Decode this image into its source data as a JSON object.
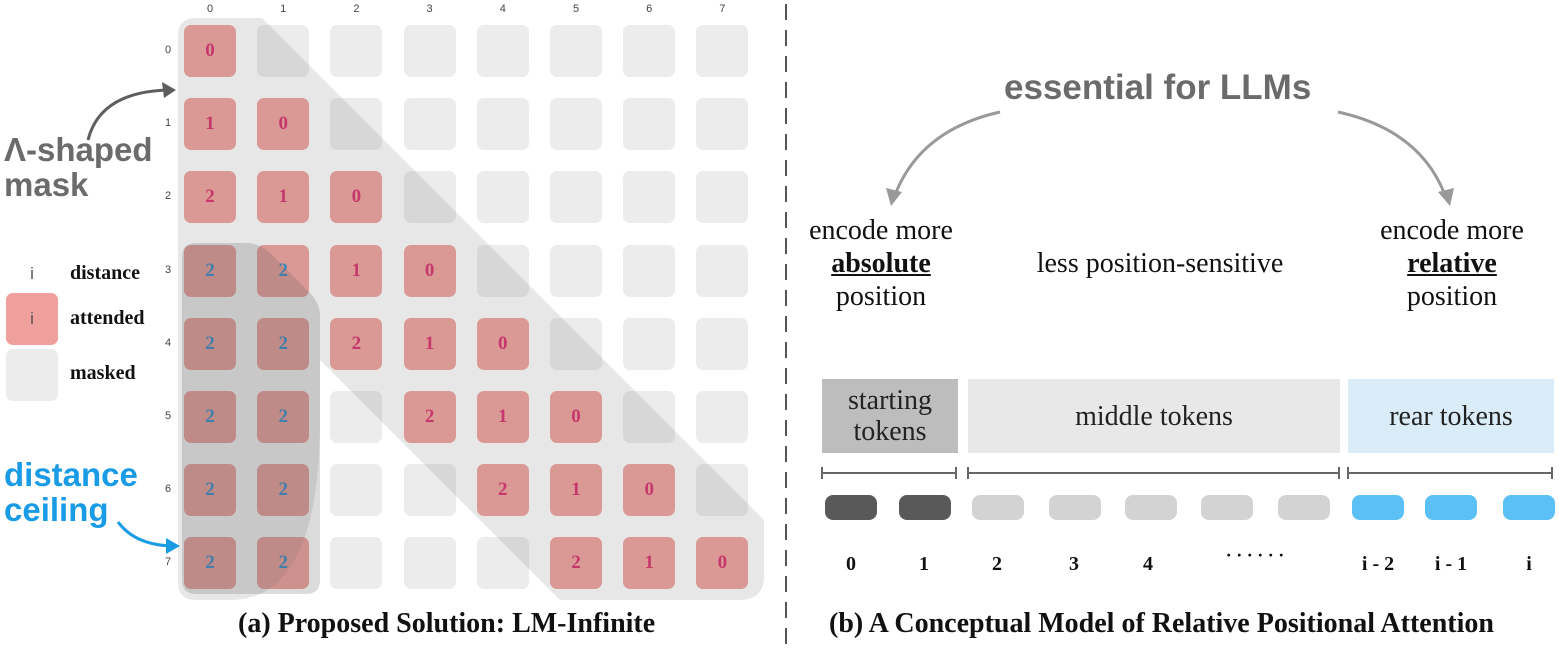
{
  "left_panel": {
    "mask_label_line1": "Λ-shaped",
    "mask_label_line2": "mask",
    "ceiling_label_line1": "distance",
    "ceiling_label_line2": "ceiling",
    "column_ticks": [
      "0",
      "1",
      "2",
      "3",
      "4",
      "5",
      "6",
      "7"
    ],
    "row_ticks": [
      "0",
      "1",
      "2",
      "3",
      "4",
      "5",
      "6",
      "7"
    ],
    "legend": {
      "distance_symbol": "i",
      "distance_label": "distance",
      "attended_symbol": "i",
      "attended_label": "attended",
      "masked_label": "masked"
    },
    "grid": [
      [
        "0",
        "",
        "",
        "",
        "",
        "",
        "",
        ""
      ],
      [
        "1",
        "0",
        "",
        "",
        "",
        "",
        "",
        ""
      ],
      [
        "2",
        "1",
        "0",
        "",
        "",
        "",
        "",
        ""
      ],
      [
        "2",
        "2",
        "1",
        "0",
        "",
        "",
        "",
        ""
      ],
      [
        "2",
        "2",
        "2",
        "1",
        "0",
        "",
        "",
        ""
      ],
      [
        "2",
        "2",
        "",
        "2",
        "1",
        "0",
        "",
        ""
      ],
      [
        "2",
        "2",
        "",
        "",
        "2",
        "1",
        "0",
        ""
      ],
      [
        "2",
        "2",
        "",
        "",
        "",
        "2",
        "1",
        "0"
      ]
    ],
    "caption": "(a) Proposed Solution: LM-Infinite"
  },
  "right_panel": {
    "top_label": "essential for LLMs",
    "left_label_line1": "encode more",
    "left_label_bold": "absolute",
    "left_label_line3": "position",
    "middle_label": "less position-sensitive",
    "right_label_line1": "encode more",
    "right_label_bold": "relative",
    "right_label_line3": "position",
    "segments": {
      "start": "starting tokens",
      "middle": "middle tokens",
      "rear": "rear tokens"
    },
    "token_labels": [
      "0",
      "1",
      "2",
      "3",
      "4",
      "· · ·  · · ·",
      "i - 2",
      "i - 1",
      "i"
    ],
    "caption": "(b) A Conceptual Model of Relative Positional Attention"
  },
  "colors": {
    "attended_fill": "#f0a09c",
    "attended_text": "#d72a6a",
    "ceiling_text": "#2d8bd0",
    "masked_fill": "#ececec",
    "start_segment": "#bdbdbd",
    "middle_segment": "#e8e8e8",
    "rear_segment": "#d9ecf8",
    "start_token": "#595959",
    "middle_token": "#d3d3d3",
    "rear_token": "#5bc0f5",
    "label_gray": "#6b6b6b",
    "label_blue": "#1a9be6"
  }
}
